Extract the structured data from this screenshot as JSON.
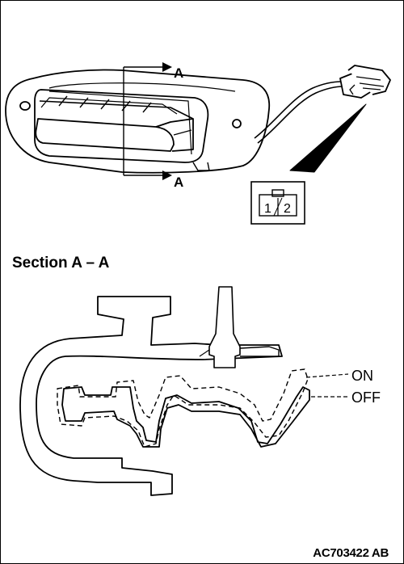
{
  "diagram": {
    "section_marker": "A",
    "connector_pins": [
      "1",
      "2"
    ],
    "section_title": "Section A – A",
    "state_on": "ON",
    "state_off": "OFF",
    "figure_id": "AC703422 AB"
  }
}
